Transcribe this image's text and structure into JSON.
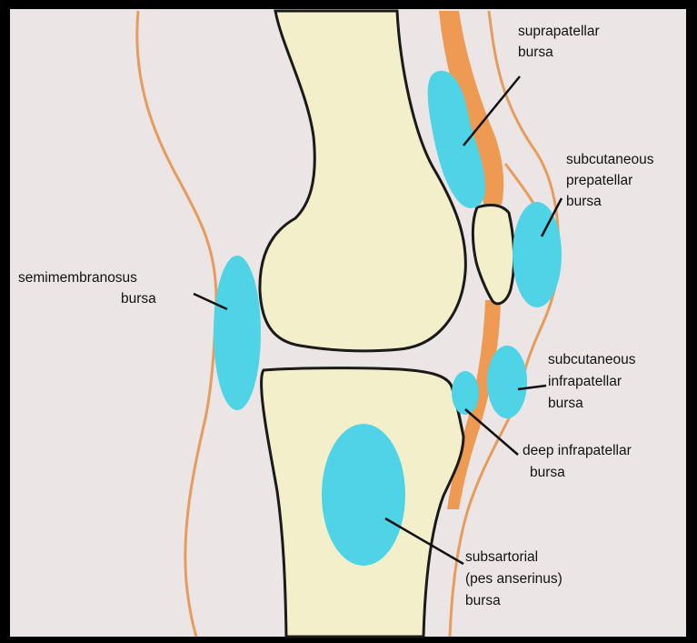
{
  "colors": {
    "background": "#ece5e5",
    "frame": "#000000",
    "bone_fill": "#f4efcb",
    "bone_outline": "#1a1a1a",
    "bursa": "#4fd3e6",
    "skin_line": "#e79c5d",
    "tendon": "#ef9a52",
    "leader_line": "#111111"
  },
  "labels": {
    "suprapatellar": [
      "suprapatellar",
      "bursa"
    ],
    "subcutaneous_prepatellar": [
      "subcutaneous",
      "prepatellar",
      "bursa"
    ],
    "semimembranosus": [
      "semimembranosus",
      "bursa"
    ],
    "subcutaneous_infrapatellar": [
      "subcutaneous",
      "infrapatellar",
      "bursa"
    ],
    "deep_infrapatellar": [
      "deep infrapatellar",
      "bursa"
    ],
    "subsartorial": [
      "subsartorial",
      "(pes anserinus)",
      "bursa"
    ]
  }
}
